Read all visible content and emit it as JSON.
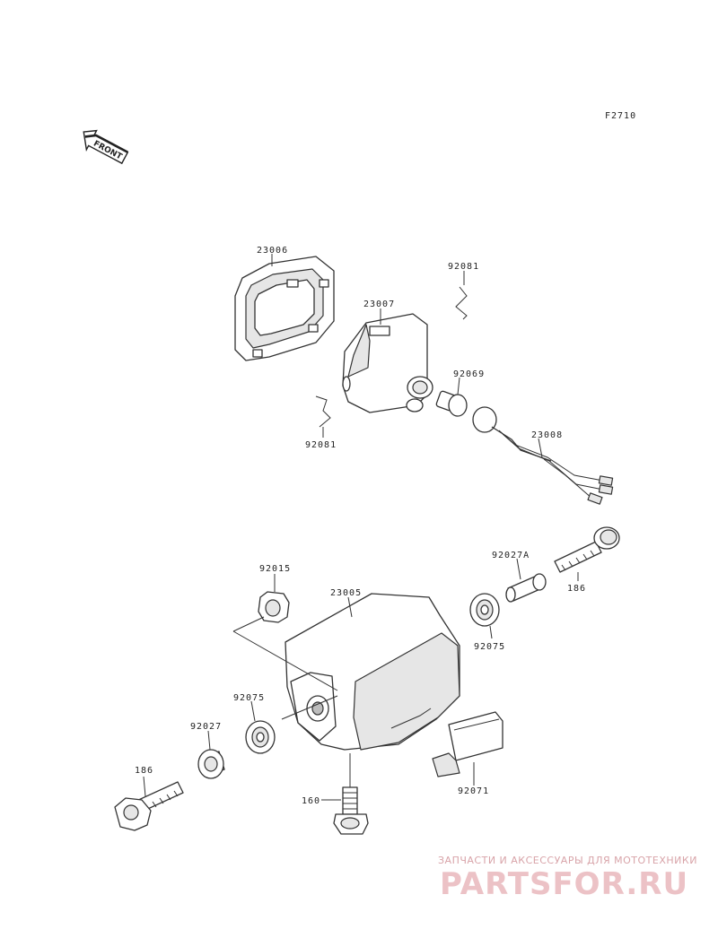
{
  "figure_code": "F2710",
  "front_label": "FRONT",
  "part_labels": {
    "p23006": "23006",
    "p23007": "23007",
    "p92081_top": "92081",
    "p92069": "92069",
    "p92081_left": "92081",
    "p23008": "23008",
    "p92027A": "92027A",
    "p186_right": "186",
    "p92015": "92015",
    "p23005": "23005",
    "p92075_right": "92075",
    "p92075_left": "92075",
    "p92027": "92027",
    "p186_left": "186",
    "p160": "160",
    "p92071": "92071"
  },
  "watermark": {
    "tagline": "ЗАПЧАСТИ И АКСЕССУАРЫ ДЛЯ МОТОТЕХНИКИ",
    "brand": "PARTSFOR.RU"
  }
}
